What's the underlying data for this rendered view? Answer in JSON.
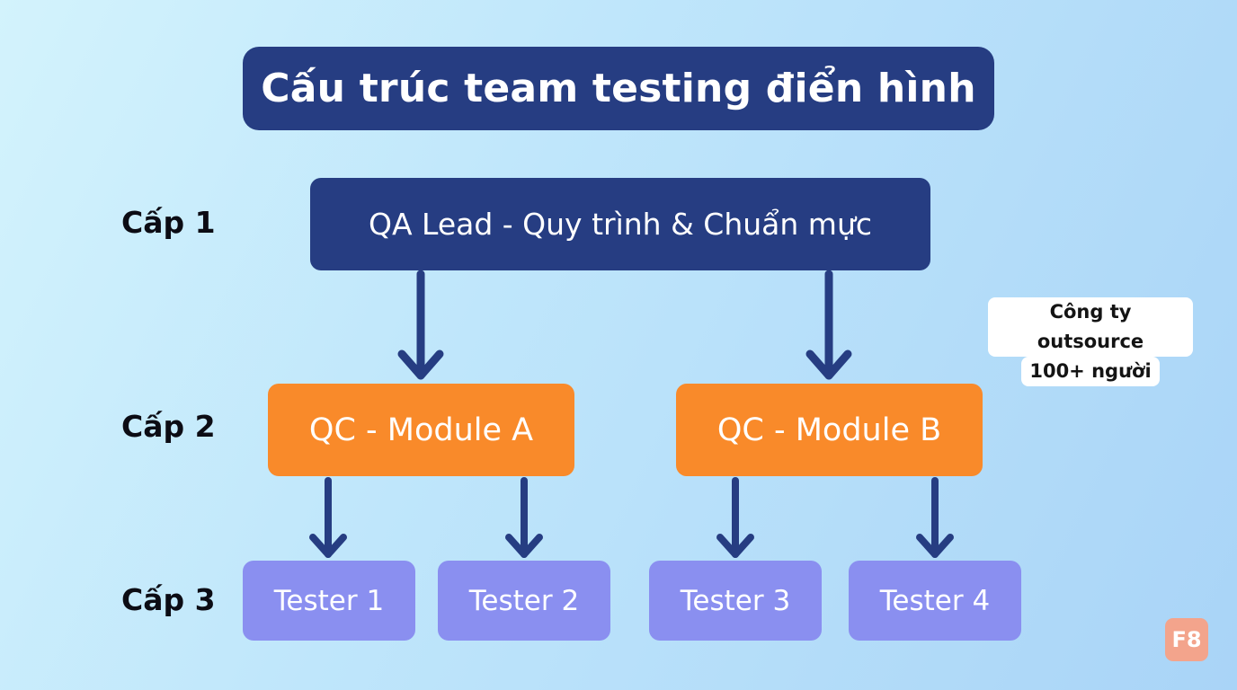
{
  "title": "Cấu trúc team testing điển hình",
  "levels": [
    "Cấp 1",
    "Cấp 2",
    "Cấp 3"
  ],
  "lead": {
    "label": "QA Lead - Quy trình & Chuẩn mực"
  },
  "qc": [
    {
      "label": "QC - Module A"
    },
    {
      "label": "QC - Module B"
    }
  ],
  "testers": [
    {
      "label": "Tester 1"
    },
    {
      "label": "Tester 2"
    },
    {
      "label": "Tester 3"
    },
    {
      "label": "Tester 4"
    }
  ],
  "note": {
    "line1": "Công ty outsource",
    "line2": "100+ người"
  },
  "logo": {
    "text": "F8"
  },
  "colors": {
    "lead": "#263d82",
    "qc": "#f98a2a",
    "tester": "#8a8ff0",
    "arrow": "#263d82"
  }
}
